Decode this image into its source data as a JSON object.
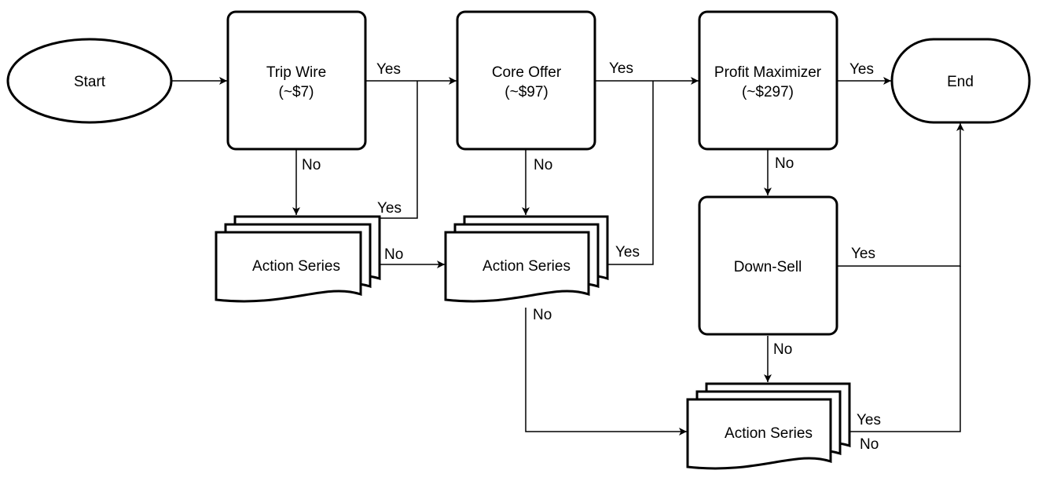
{
  "nodes": {
    "start": {
      "label": "Start"
    },
    "trip_wire": {
      "line1": "Trip Wire",
      "line2": "(~$7)"
    },
    "core_offer": {
      "line1": "Core Offer",
      "line2": "(~$97)"
    },
    "profit_maximizer": {
      "line1": "Profit Maximizer",
      "line2": "(~$297)"
    },
    "end": {
      "label": "End"
    },
    "action_series_1": {
      "label": "Action Series"
    },
    "action_series_2": {
      "label": "Action Series"
    },
    "action_series_3": {
      "label": "Action Series"
    },
    "down_sell": {
      "label": "Down-Sell"
    }
  },
  "edge_labels": {
    "trip_wire_yes": "Yes",
    "trip_wire_no": "No",
    "core_offer_yes": "Yes",
    "core_offer_no": "No",
    "profit_max_yes": "Yes",
    "profit_max_no": "No",
    "action1_yes": "Yes",
    "action1_no": "No",
    "action2_yes": "Yes",
    "action2_no": "No",
    "down_sell_yes": "Yes",
    "down_sell_no": "No",
    "action3_yes": "Yes",
    "action3_no": "No"
  },
  "colors": {
    "stroke": "#000000",
    "fill": "#ffffff",
    "text": "#000000"
  }
}
